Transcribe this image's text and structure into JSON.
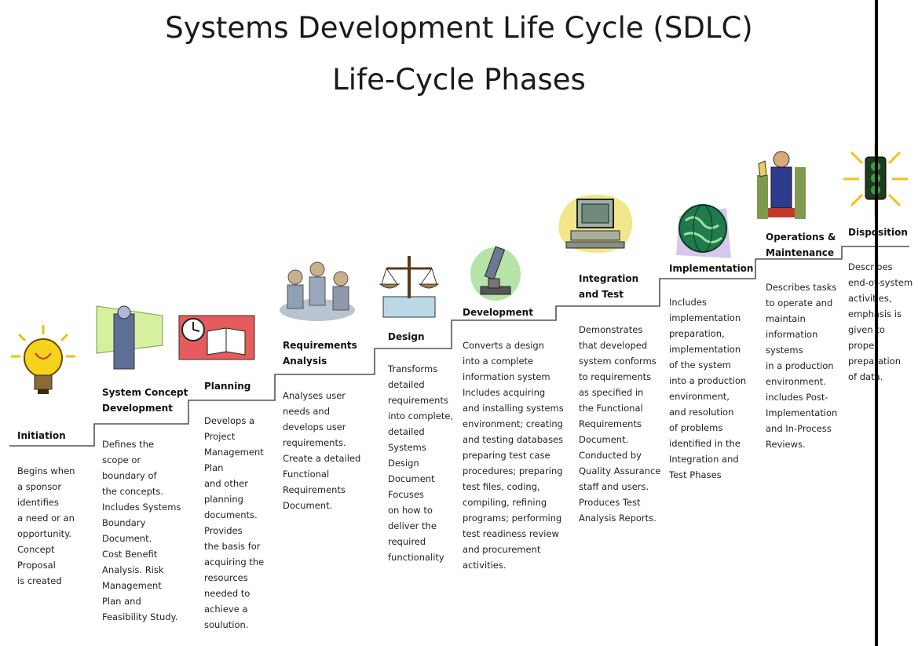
{
  "title": "Systems Development Life Cycle (SDLC)",
  "subtitle": "Life-Cycle Phases",
  "phases": [
    {
      "label": "Initiation",
      "description": "Begins when\na sponsor\nidentifies\na need or an\nopportunity.\nConcept\nProposal\nis created",
      "icon": "lightbulb-icon"
    },
    {
      "label": "System Concept\nDevelopment",
      "description": "Defines the\nscope or\nboundary of\nthe concepts.\nIncludes Systems\nBoundary\nDocument.\nCost Benefit\nAnalysis. Risk\nManagement\nPlan and\nFeasibility Study.",
      "icon": "presenter-icon"
    },
    {
      "label": "Planning",
      "description": "Develops a\nProject\nManagement\nPlan\nand other\nplanning\ndocuments.\nProvides\nthe basis for\nacquiring the\nresources\nneeded to\nachieve a\nsoulution.",
      "icon": "book-clock-icon"
    },
    {
      "label": "Requirements\nAnalysis",
      "description": "Analyses user\nneeds and\ndevelops user\nrequirements.\nCreate a detailed\nFunctional\nRequirements\nDocument.",
      "icon": "meeting-group-icon"
    },
    {
      "label": "Design",
      "description": "Transforms\ndetailed\nrequirements\ninto complete,\ndetailed\nSystems\nDesign\nDocument\nFocuses\non how to\ndeliver the\nrequired\nfunctionality",
      "icon": "scales-icon"
    },
    {
      "label": "Development",
      "description": "Converts a design\ninto a complete\ninformation system\nIncludes acquiring\nand installing systems\nenvironment; creating\nand testing databases\npreparing test case\nprocedures; preparing\ntest files, coding,\ncompiling, refining\nprograms; performing\ntest readiness review\nand procurement\nactivities.",
      "icon": "microscope-icon"
    },
    {
      "label": "Integration\nand Test",
      "description": "Demonstrates\nthat developed\nsystem conforms\nto requirements\nas specified in\nthe Functional\nRequirements\nDocument.\nConducted by\nQuality Assurance\nstaff and users.\nProduces Test\nAnalysis Reports.",
      "icon": "computer-icon"
    },
    {
      "label": "Implementation",
      "description": "Includes\nimplementation\npreparation,\nimplementation\nof the system\ninto a production\nenvironment,\nand resolution\nof problems\nidentified in the\nIntegration and\nTest Phases",
      "icon": "globe-icon"
    },
    {
      "label": "Operations &\nMaintenance",
      "description": "Describes tasks\nto operate and\nmaintain\ninformation\nsystems\nin a production\nenvironment.\nincludes Post-\nImplementation\nand In-Process\nReviews.",
      "icon": "businessman-icon"
    },
    {
      "label": "Disposition",
      "description": "Describes\nend-of-system\nactivities,\nemphasis is\ngiven to\nproper\npreparation\nof data.",
      "icon": "traffic-light-icon"
    }
  ]
}
